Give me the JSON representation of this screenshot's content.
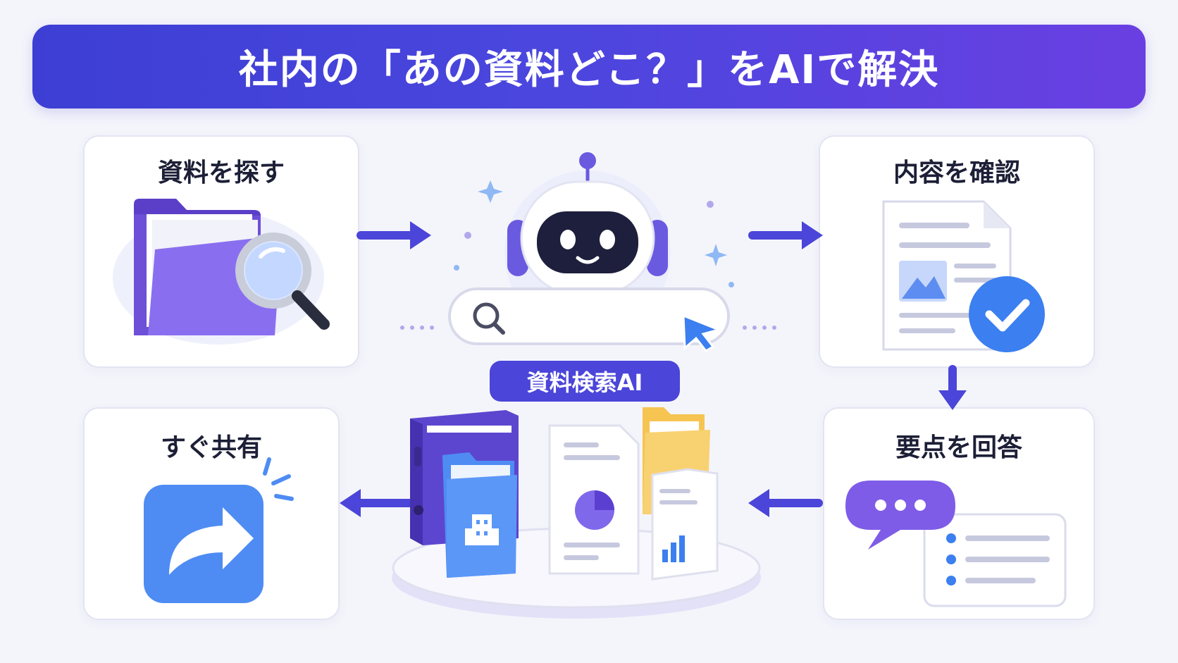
{
  "title": "社内の「あの資料どこ？」をAIで解決",
  "center": {
    "label": "資料検索AI"
  },
  "steps": [
    {
      "label": "資料を探す",
      "icon": "folder-search-icon"
    },
    {
      "label": "内容を確認",
      "icon": "document-check-icon"
    },
    {
      "label": "要点を回答",
      "icon": "chat-answer-icon"
    },
    {
      "label": "すぐ共有",
      "icon": "share-icon"
    }
  ],
  "colors": {
    "primary": "#4b45d9",
    "accent_blue": "#3b82f6",
    "folder_purple": "#7b5be6",
    "folder_yellow": "#f6c451",
    "background": "#f4f5fb"
  }
}
